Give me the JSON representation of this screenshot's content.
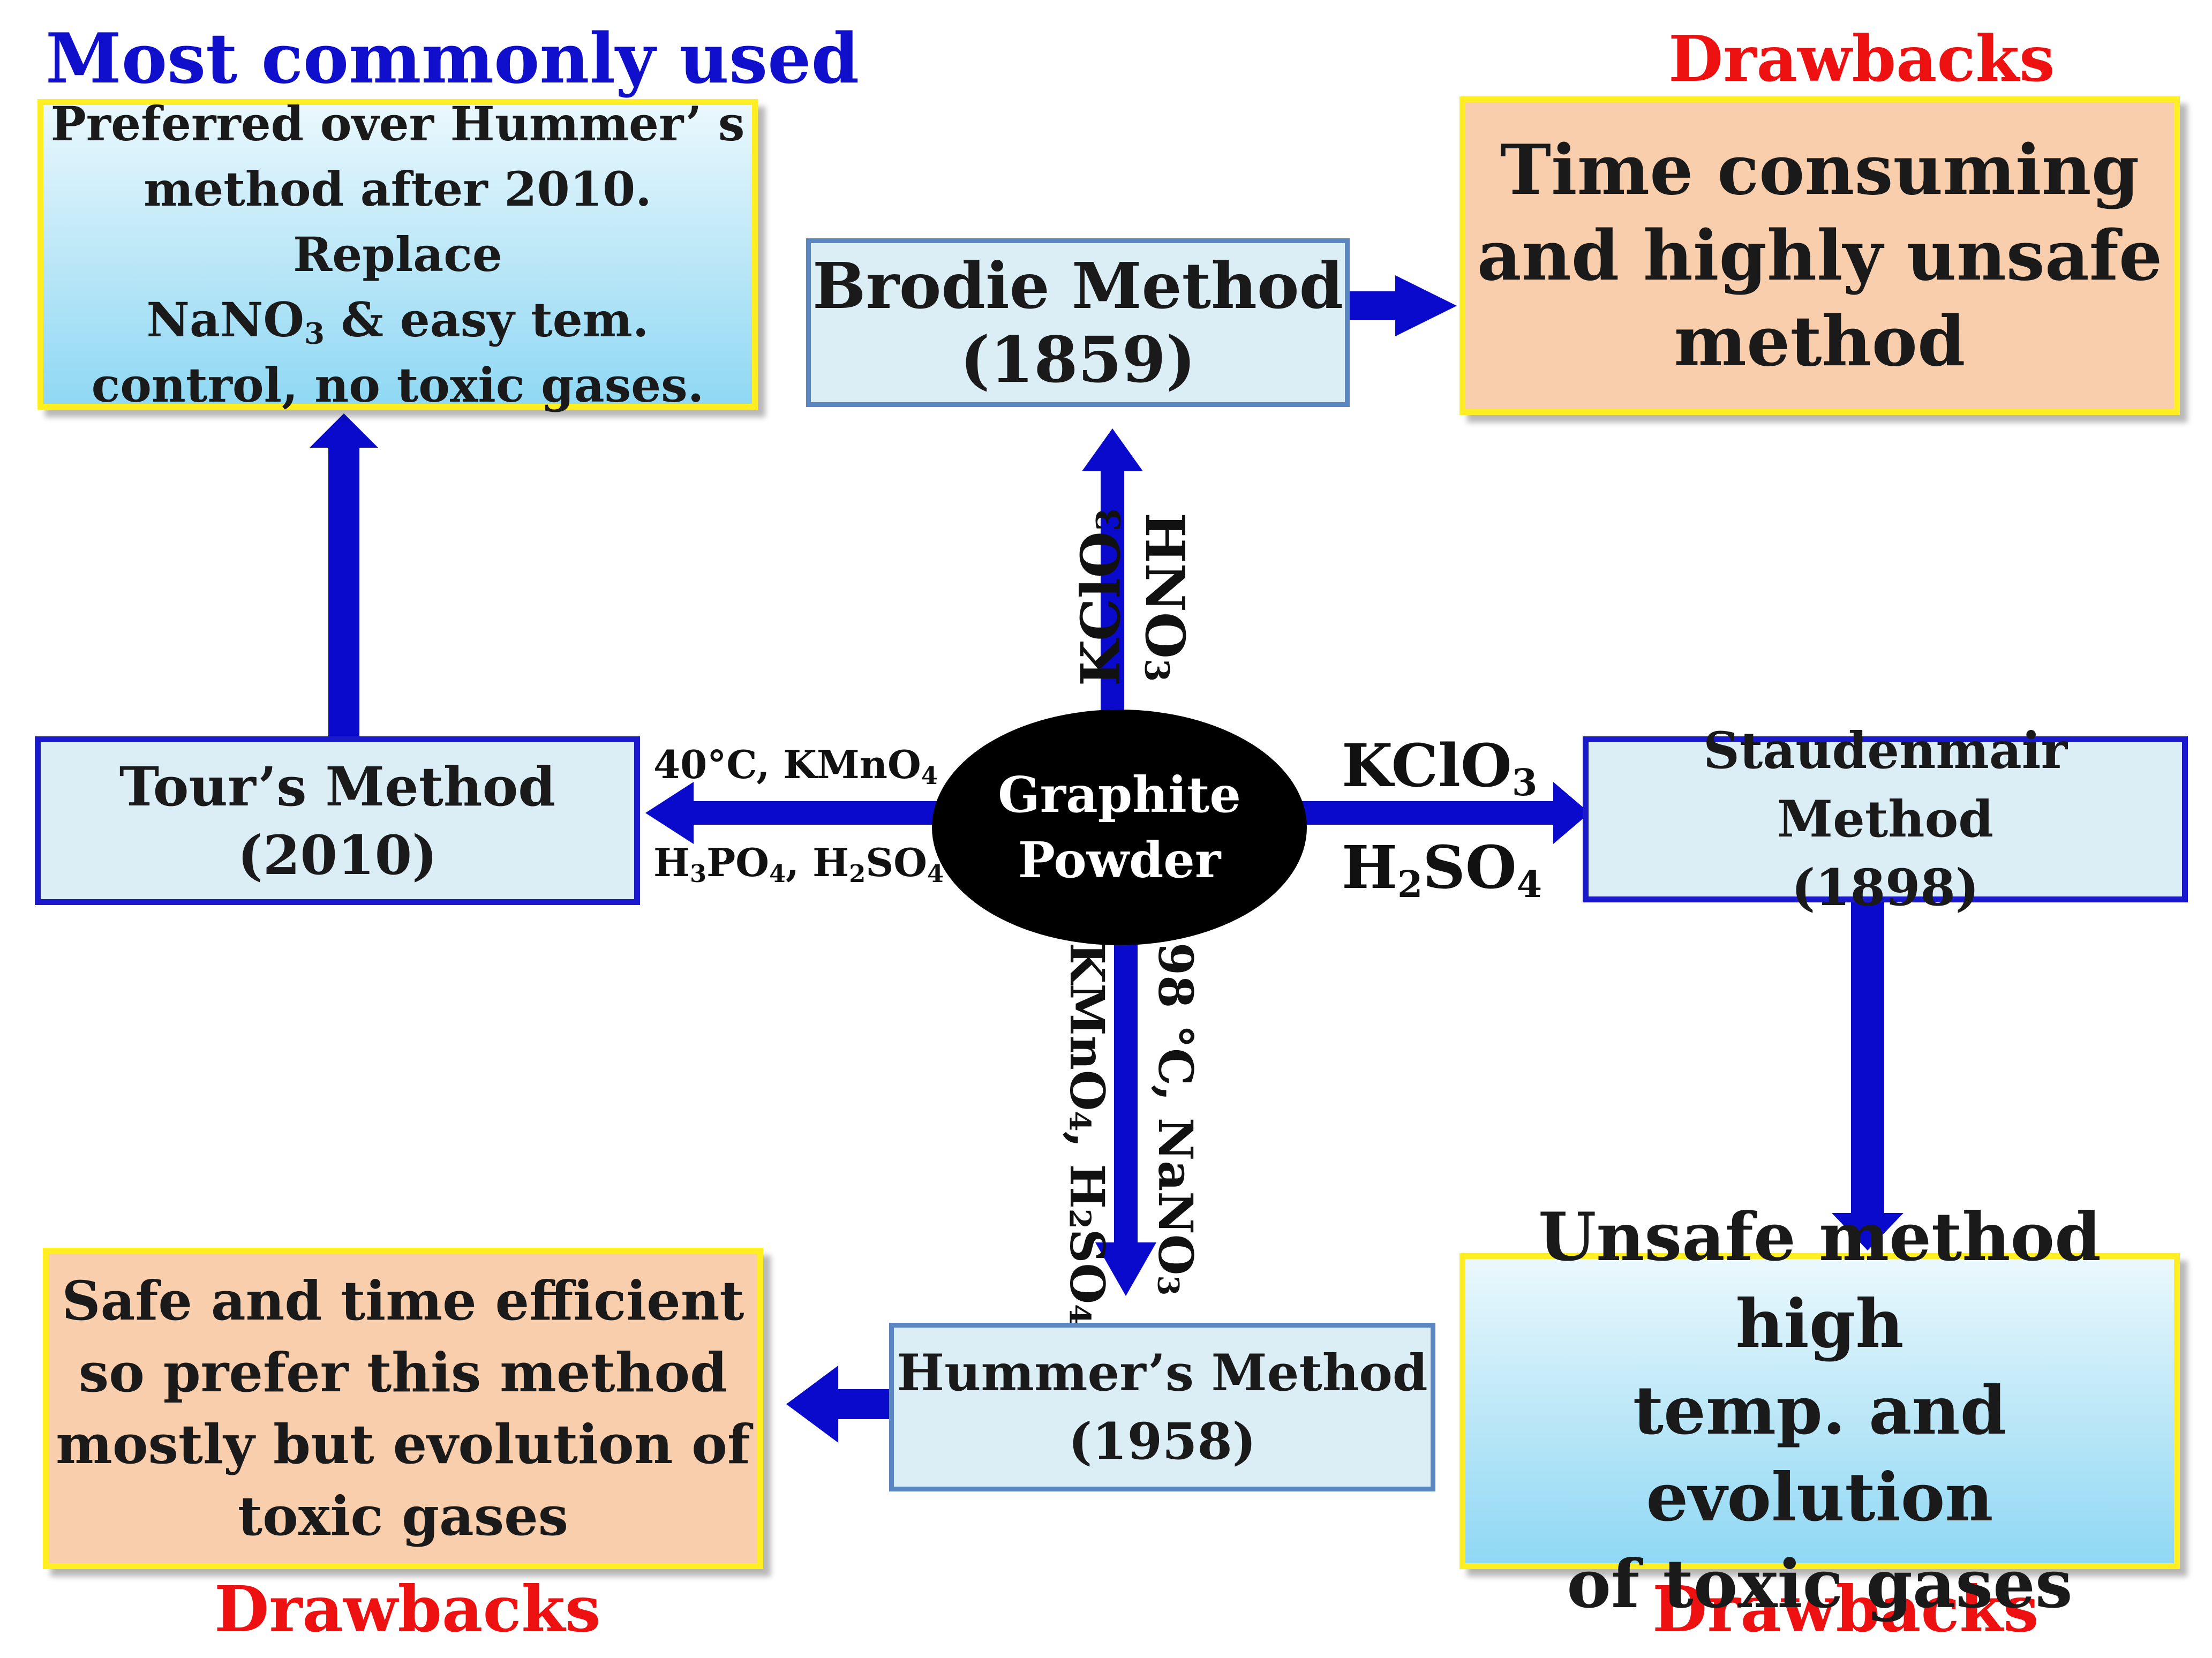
{
  "labels": {
    "most_common": "Most commonly used",
    "drawbacks_top": "Drawbacks",
    "drawbacks_bottom_left": "Drawbacks",
    "drawbacks_bottom_right": "Drawbacks"
  },
  "center": {
    "line1": "Graphite",
    "line2": "Powder"
  },
  "methods": {
    "brodie": {
      "name": "Brodie Method",
      "year": "(1859)"
    },
    "tour": {
      "name": "Tour’s Method",
      "year": "(2010)"
    },
    "staudenmair": {
      "name": "Staudenmair Method",
      "year": "(1898)"
    },
    "hummer": {
      "name": "Hummer’s Method",
      "year": "(1958)"
    }
  },
  "notes": {
    "tour_note": {
      "l1": "Preferred over Hummer’ s",
      "l2": "method after 2010. Replace",
      "l3a": "NaNO",
      "l3sub": "3",
      "l3b": " & easy tem.",
      "l4": "control, no toxic gases."
    },
    "brodie_drawback": {
      "l1": "Time consuming",
      "l2": "and highly unsafe",
      "l3": "method"
    },
    "staudenmair_drawback": {
      "l1": "Unsafe method high",
      "l2": "temp. and evolution",
      "l3": "of toxic gases"
    },
    "hummer_drawback": {
      "l1": "Safe and time efficient",
      "l2": "so prefer this method",
      "l3": "mostly but evolution of",
      "l4": "toxic gases"
    }
  },
  "reagents": {
    "brodie_left": {
      "a": "KClO",
      "sub": "3"
    },
    "brodie_right": {
      "a": "HNO",
      "sub": "3"
    },
    "tour_top": {
      "a": "40°C, KMnO",
      "sub": "4"
    },
    "tour_bottom": {
      "a": "H",
      "s1": "3",
      "b": "PO",
      "s2": "4",
      "c": ", H",
      "s3": "2",
      "d": "SO",
      "s4": "4"
    },
    "stau_top": {
      "a": "KClO",
      "sub": "3"
    },
    "stau_bottom": {
      "a": "H",
      "s1": "2",
      "b": "SO",
      "s2": "4"
    },
    "hummer_left": {
      "a": "KMnO",
      "s1": "4",
      "b": ", H",
      "s2": "2",
      "c": "SO",
      "s3": "4"
    },
    "hummer_right": {
      "a": "98 °C, NaNO",
      "sub": "3"
    }
  },
  "colors": {
    "arrow": "#0a0acc",
    "method_border": "#1a1acc",
    "highlight_border": "#ffee22",
    "drawback_text": "#ee1111",
    "title_text": "#1010cc"
  }
}
